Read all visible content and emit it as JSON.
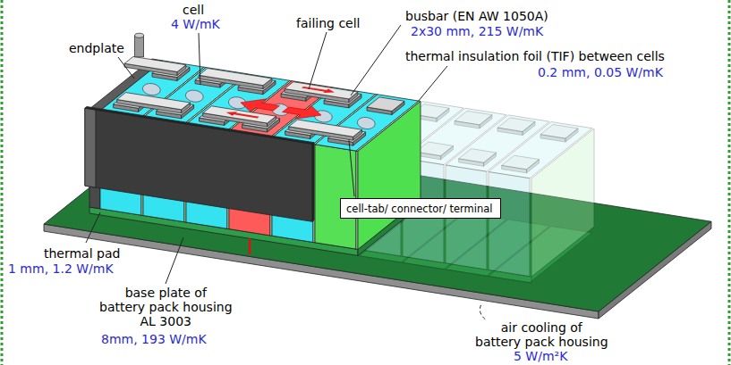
{
  "diagram": {
    "nodes": [
      {
        "text": [
          "cell-tab/ connector/ terminal"
        ]
      }
    ],
    "labels": [
      "cell",
      "4 W/mK",
      "endplate",
      "failing cell",
      "busbar (EN AW 1050A)",
      "2x30 mm, 215 W/mK",
      "thermal insulation foil (TIF) between cells",
      "0.2 mm, 0.05 W/mK",
      "thermal pad",
      "1 mm, 1.2 W/mK",
      "base plate of battery pack housing AL 3003",
      "8mm, 193 W/mK",
      "air cooling of battery pack housing",
      "5 W/m²K"
    ]
  }
}
